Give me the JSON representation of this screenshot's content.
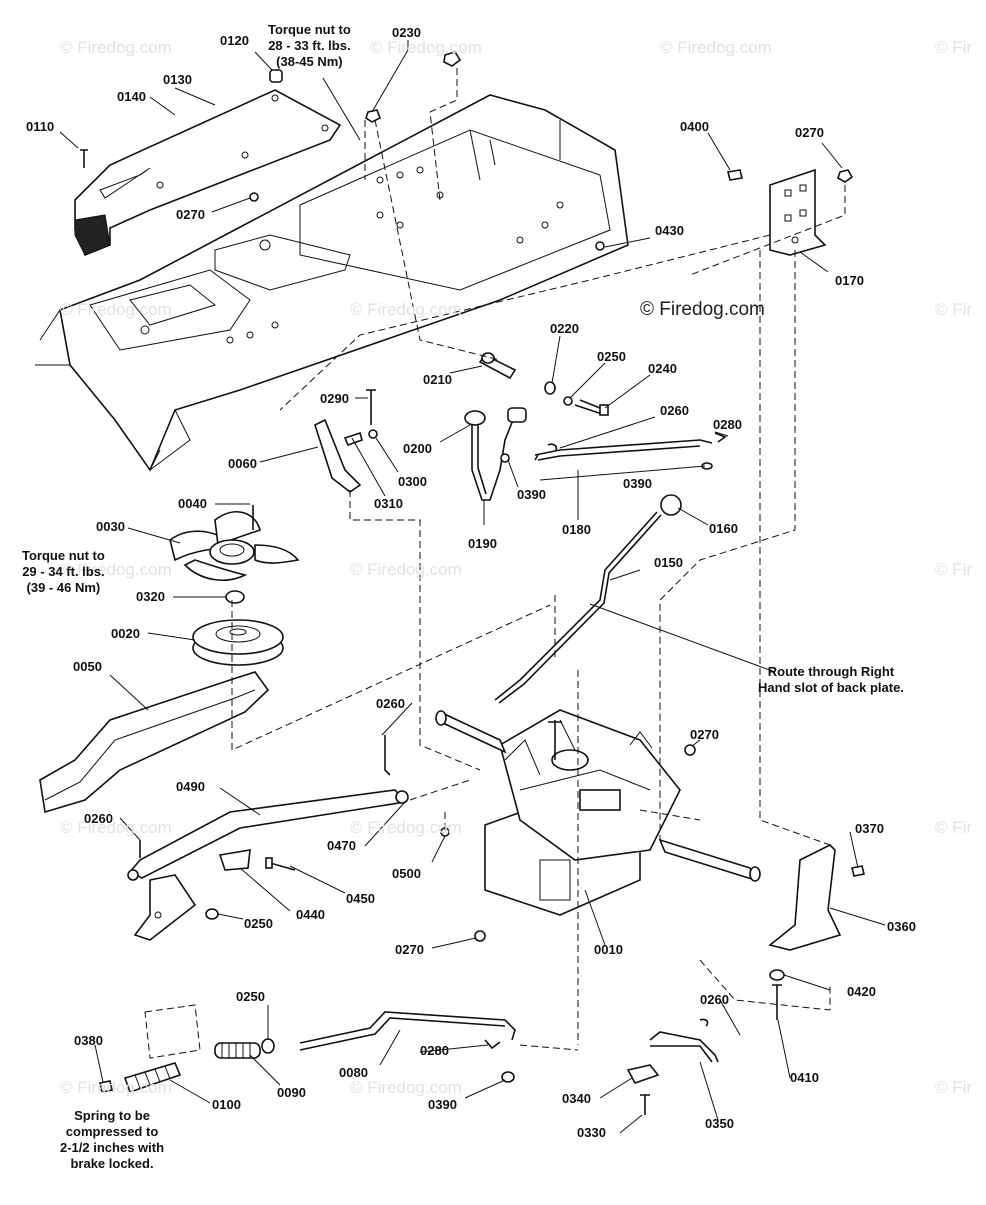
{
  "watermarks": {
    "brand": "© Firedog.com",
    "brand_cut": "© Fir",
    "main": "© Firedog.com"
  },
  "notes": {
    "torque_top": [
      "Torque nut to",
      "28 - 33 ft. lbs.",
      "(38-45 Nm)"
    ],
    "torque_left": [
      "Torque nut to",
      "29 - 34 ft. lbs.",
      "(39 - 46 Nm)"
    ],
    "route": [
      "Route through Right",
      "Hand slot of back plate."
    ],
    "spring": [
      "Spring to be",
      "compressed to",
      "2-1/2 inches with",
      "brake locked."
    ]
  },
  "labels": {
    "p0120": "0120",
    "p0230": "0230",
    "p0130": "0130",
    "p0140": "0140",
    "p0110": "0110",
    "p0270_a": "0270",
    "p0400": "0400",
    "p0270_b": "0270",
    "p0170": "0170",
    "p0430": "0430",
    "p0220": "0220",
    "p0250_a": "0250",
    "p0240": "0240",
    "p0210": "0210",
    "p0260_a": "0260",
    "p0280_a": "0280",
    "p0290": "0290",
    "p0200": "0200",
    "p0060": "0060",
    "p0300": "0300",
    "p0390_a": "0390",
    "p0390_b": "0390",
    "p0310": "0310",
    "p0040": "0040",
    "p0160": "0160",
    "p0180": "0180",
    "p0190": "0190",
    "p0030": "0030",
    "p0150": "0150",
    "p0320": "0320",
    "p0020": "0020",
    "p0050": "0050",
    "p0260_b": "0260",
    "p0270_c": "0270",
    "p0490": "0490",
    "p0260_c": "0260",
    "p0470": "0470",
    "p0370": "0370",
    "p0500": "0500",
    "p0450": "0450",
    "p0440": "0440",
    "p0250_b": "0250",
    "p0360": "0360",
    "p0270_d": "0270",
    "p0010": "0010",
    "p0420": "0420",
    "p0250_c": "0250",
    "p0260_d": "0260",
    "p0380": "0380",
    "p0280_b": "0280",
    "p0090": "0090",
    "p0080": "0080",
    "p0410": "0410",
    "p0100": "0100",
    "p0340": "0340",
    "p0390_c": "0390",
    "p0350": "0350",
    "p0330": "0330"
  }
}
